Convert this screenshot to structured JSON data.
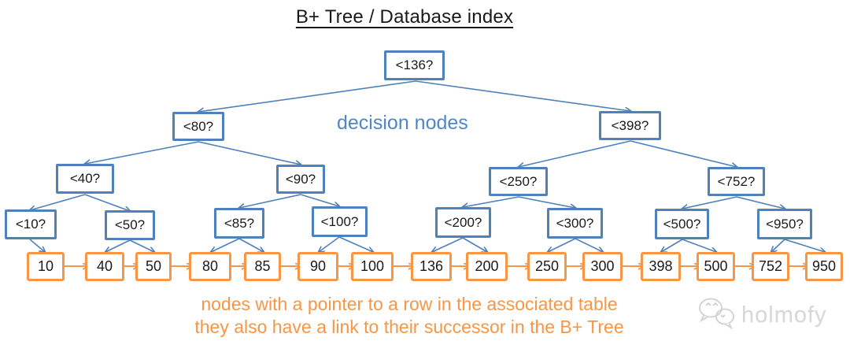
{
  "title": "B+ Tree / Database index",
  "colors": {
    "decision_blue": "#4f81bd",
    "leaf_orange": "#f79646",
    "text_dark": "#1a1a1a",
    "watermark_gray": "#d8d8d8"
  },
  "annotations": {
    "decision_label": "decision nodes",
    "leaf_caption_line1": "nodes with a pointer to a row in the associated table",
    "leaf_caption_line2": "they also have a link to their successor in the B+ Tree"
  },
  "watermark": {
    "text": "holmofy",
    "icon": "wechat-chat-bubbles-icon"
  },
  "tree": {
    "decision_levels": [
      [
        "<136?"
      ],
      [
        "<80?",
        "<398?"
      ],
      [
        "<40?",
        "<90?",
        "<250?",
        "<752?"
      ],
      [
        "<10?",
        "<50?",
        "<85?",
        "<100?",
        "<200?",
        "<300?",
        "<500?",
        "<950?"
      ]
    ],
    "leaves": [
      "10",
      "40",
      "50",
      "80",
      "85",
      "90",
      "100",
      "136",
      "200",
      "250",
      "300",
      "398",
      "500",
      "752",
      "950"
    ]
  }
}
